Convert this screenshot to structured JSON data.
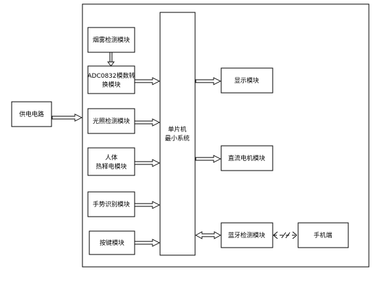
{
  "blocks": {
    "power": "供电电路",
    "smoke": "烟雾检测模块",
    "adc_line1": "ADC0832模数转",
    "adc_line2": "换模块",
    "light": "光照检测模块",
    "pir_line1": "人体",
    "pir_line2": "热释电模块",
    "gesture": "手势识别模块",
    "keys": "按键模块",
    "mcu_line1": "单片机",
    "mcu_line2": "最小系统",
    "display": "显示模块",
    "motor": "直流电机模块",
    "bluetooth": "蓝牙检测模块",
    "phone": "手机端"
  },
  "edges": [
    {
      "from": "power",
      "to": "system"
    },
    {
      "from": "smoke",
      "to": "adc"
    },
    {
      "from": "adc",
      "to": "mcu"
    },
    {
      "from": "light",
      "to": "mcu"
    },
    {
      "from": "pir",
      "to": "mcu"
    },
    {
      "from": "gesture",
      "to": "mcu"
    },
    {
      "from": "keys",
      "to": "mcu"
    },
    {
      "from": "mcu",
      "to": "display"
    },
    {
      "from": "mcu",
      "to": "motor"
    },
    {
      "from": "mcu",
      "to": "bluetooth",
      "bidirectional": true
    },
    {
      "from": "bluetooth",
      "to": "phone",
      "style": "dashed-wireless"
    }
  ]
}
